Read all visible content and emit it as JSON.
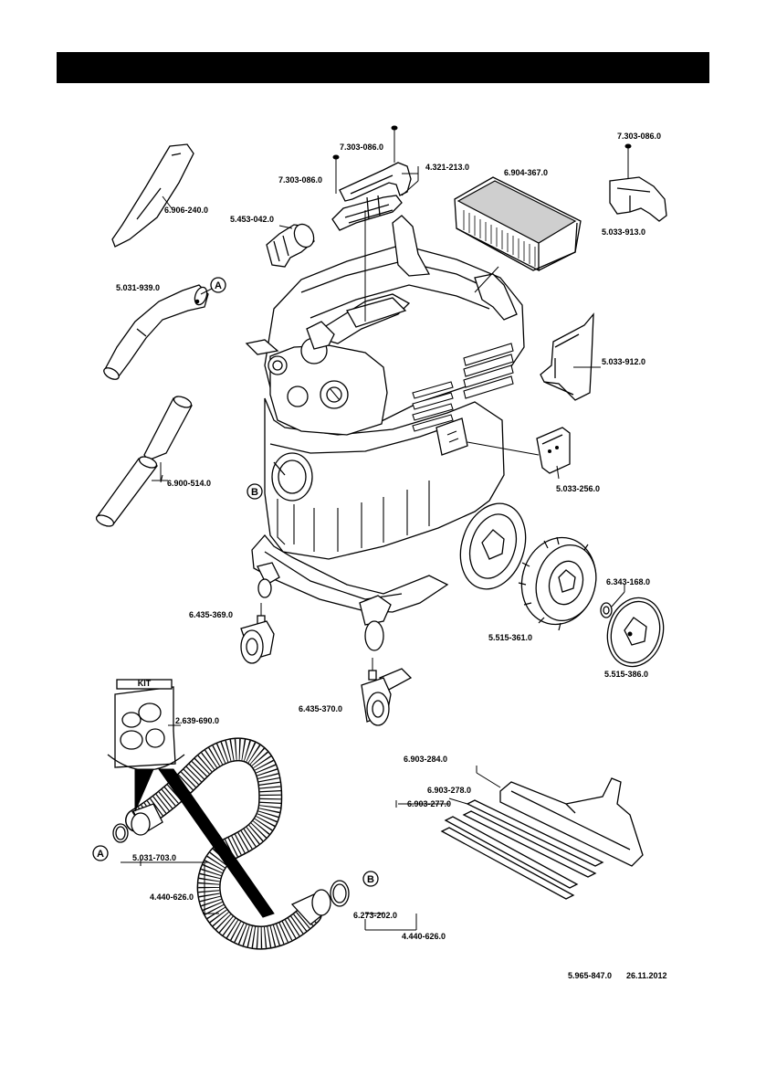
{
  "header": {
    "title": ""
  },
  "kit": {
    "label": "KIT"
  },
  "markers": {
    "a": "A",
    "b": "B"
  },
  "parts": {
    "p6906240": "6.906-240.0",
    "p5453042": "5.453-042.0",
    "p7303086_top": "7.303-086.0",
    "p7303086_left": "7.303-086.0",
    "p4321213": "4.321-213.0",
    "p6904367": "6.904-367.0",
    "p7303086_right": "7.303-086.0",
    "p5033913": "5.033-913.0",
    "p5031939": "5.031-939.0",
    "p5033912": "5.033-912.0",
    "p6900514": "6.900-514.0",
    "p5033256": "5.033-256.0",
    "p6343168": "6.343-168.0",
    "p6435369": "6.435-369.0",
    "p5515361": "5.515-361.0",
    "p5515386": "5.515-386.0",
    "p6435370": "6.435-370.0",
    "p2639690": "2.639-690.0",
    "p6903284": "6.903-284.0",
    "p6903278": "6.903-278.0",
    "p6903277": "6.903-277.0",
    "p5031703": "5.031-703.0",
    "p4440626_left": "4.440-626.0",
    "p6273202": "6.273-202.0",
    "p4440626_right": "4.440-626.0"
  },
  "footer": {
    "doc_number": "5.965-847.0",
    "date": "26.11.2012"
  }
}
